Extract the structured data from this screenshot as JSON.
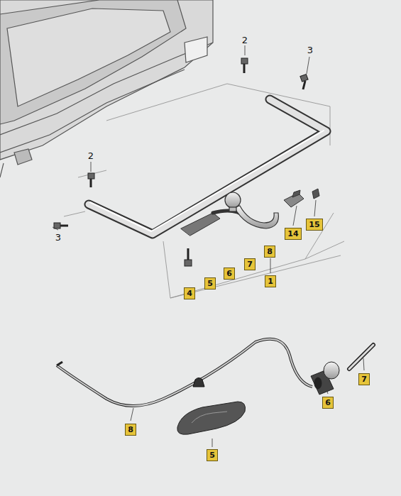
{
  "diagram": {
    "labels": [
      "2",
      "3",
      "2",
      "3",
      "14",
      "15",
      "8",
      "7",
      "6",
      "5",
      "4",
      "1",
      "7",
      "6",
      "8",
      "5"
    ]
  }
}
